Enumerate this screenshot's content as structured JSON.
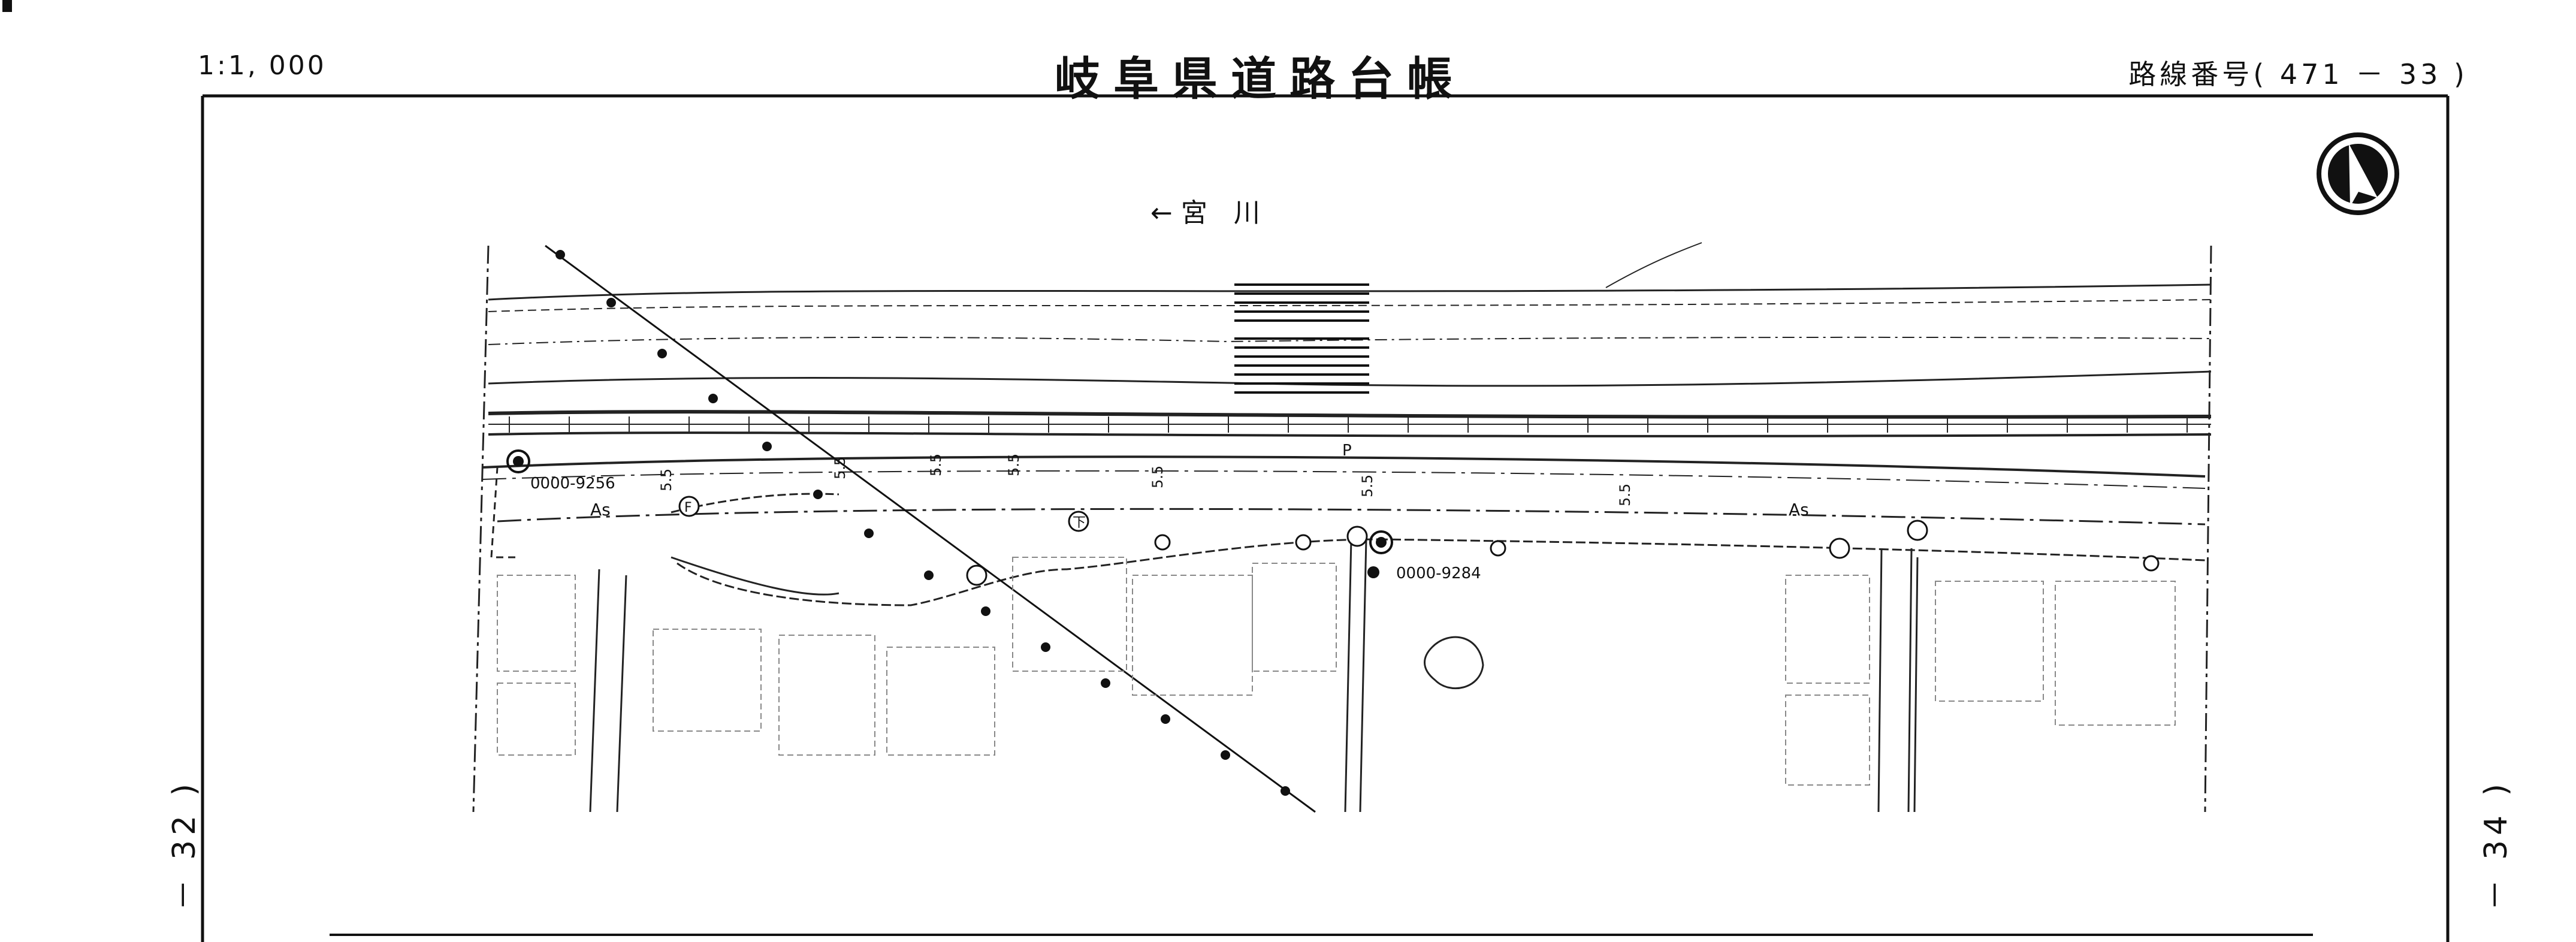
{
  "header": {
    "scale": "1:1, 000",
    "title": "岐阜県道路台帳",
    "route_number": "路線番号( 471 － 33 )"
  },
  "page_refs": {
    "left": "－ 32 )",
    "right": "－ 34 )"
  },
  "map": {
    "river_label": "← 宮　川",
    "point_labels": {
      "p1": "0000-9256",
      "p2": "0000-9284"
    },
    "surface_labels": [
      "As",
      "As"
    ],
    "width_marks": [
      "5.5",
      "5.5",
      "5.5",
      "5.5",
      "5.5",
      "5.5",
      "5.5"
    ],
    "utility_marks": {
      "P": "P",
      "F": "F",
      "T": "下"
    },
    "north_arrow": "north-arrow-icon"
  }
}
